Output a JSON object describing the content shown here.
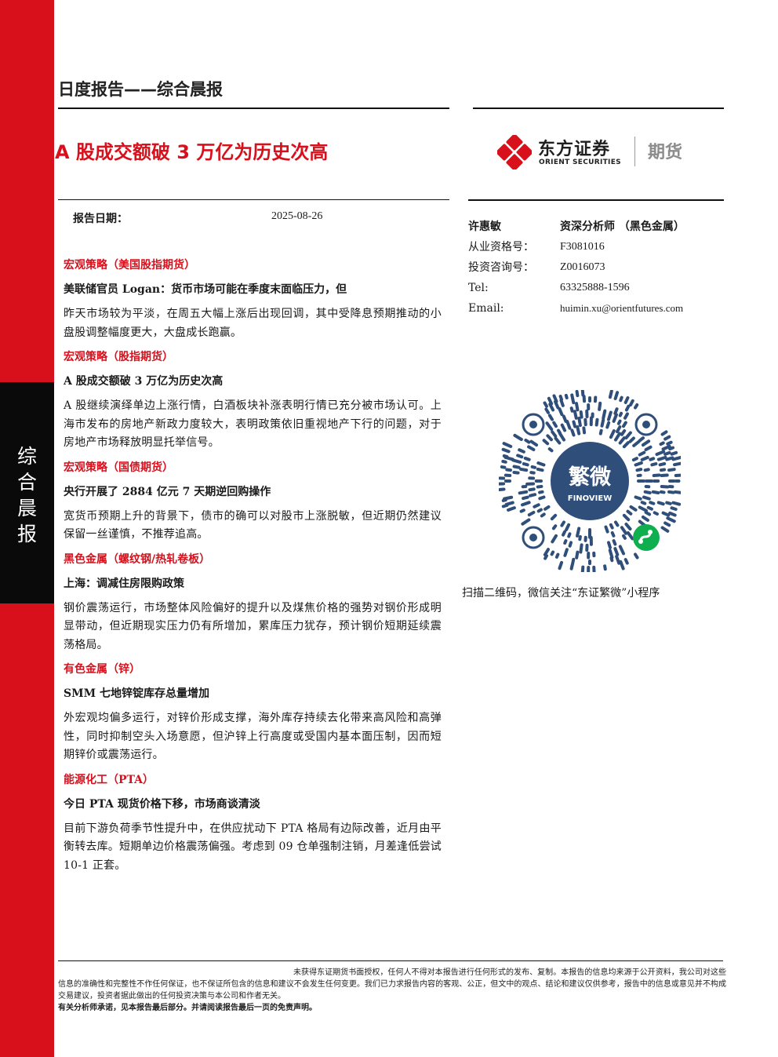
{
  "sidebar": {
    "label_chars": [
      "综",
      "合",
      "晨",
      "报"
    ]
  },
  "header": {
    "report_type": "日度报告——综合晨报"
  },
  "title": "A 股成交额破 3 万亿为历史次高",
  "logo": {
    "name_cn": "东方证券",
    "name_en": "ORIENT SECURITIES",
    "sub": "期货",
    "brand_color": "#d8101c"
  },
  "report_date": {
    "label": "报告日期：",
    "value": "2025-08-26"
  },
  "sections": [
    {
      "heading": "宏观策略（美国股指期货）",
      "subheading": "美联储官员 Logan：货币市场可能在季度末面临压力，但",
      "body": "昨天市场较为平淡，在周五大幅上涨后出现回调，其中受降息预期推动的小盘股调整幅度更大，大盘成长跑赢。"
    },
    {
      "heading": "宏观策略（股指期货）",
      "subheading": "A 股成交额破 3 万亿为历史次高",
      "body": "A 股继续演绎单边上涨行情，白酒板块补涨表明行情已充分被市场认可。上海市发布的房地产新政力度较大，表明政策依旧重视地产下行的问题，对于房地产市场释放明显托举信号。"
    },
    {
      "heading": "宏观策略（国债期货）",
      "subheading": "央行开展了 2884 亿元 7 天期逆回购操作",
      "body": "宽货币预期上升的背景下，债市的确可以对股市上涨脱敏，但近期仍然建议保留一丝谨慎，不推荐追高。"
    },
    {
      "heading": "黑色金属（螺纹钢/热轧卷板）",
      "subheading": "上海：调减住房限购政策",
      "body": "钢价震荡运行，市场整体风险偏好的提升以及煤焦价格的强势对钢价形成明显带动，但近期现实压力仍有所增加，累库压力犹存，预计钢价短期延续震荡格局。"
    },
    {
      "heading": "有色金属（锌）",
      "subheading": "SMM 七地锌锭库存总量增加",
      "body": "外宏观均偏多运行，对锌价形成支撑，海外库存持续去化带来高风险和高弹性，同时抑制空头入场意愿，但沪锌上行高度或受国内基本面压制，因而短期锌价或震荡运行。"
    },
    {
      "heading": "能源化工（PTA）",
      "subheading": "今日 PTA 现货价格下移，市场商谈清淡",
      "body": "目前下游负荷季节性提升中，在供应扰动下 PTA 格局有边际改善，近月由平衡转去库。短期单边价格震荡偏强。考虑到 09 仓单强制注销，月差逢低尝试 10-1 正套。"
    }
  ],
  "analyst": {
    "name": "许惠敏",
    "title": "资深分析师 （黑色金属）",
    "rows": [
      {
        "label": "从业资格号：",
        "value": "F3081016"
      },
      {
        "label": "投资咨询号：",
        "value": "Z0016073"
      },
      {
        "label": "Tel:",
        "value": "63325888-1596"
      },
      {
        "label": "Email:",
        "value": "huimin.xu@orientfutures.com"
      }
    ]
  },
  "qr": {
    "center_cn": "繁微",
    "center_en": "FINOVIEW",
    "center_color": "#2f4f7a",
    "mini_program_color": "#0fae4f"
  },
  "qr_caption": "扫描二维码，微信关注“东证繁微”小程序",
  "footer": {
    "p1": "未获得东证期货书面授权，任何人不得对本报告进行任何形式的发布、复制。本报告的信息均来源于公开资料，我公司对这些信息的准确性和完整性不作任何保证，也不保证所包含的信息和建议不会发生任何变更。我们已力求报告内容的客观、公正，但文中的观点、结论和建议仅供参考，报告中的信息或意见并不构成交易建议，投资者据此做出的任何投资决策与本公司和作者无关。",
    "p2": "有关分析师承诺，见本报告最后部分。并请阅读报告最后一页的免责声明。"
  }
}
